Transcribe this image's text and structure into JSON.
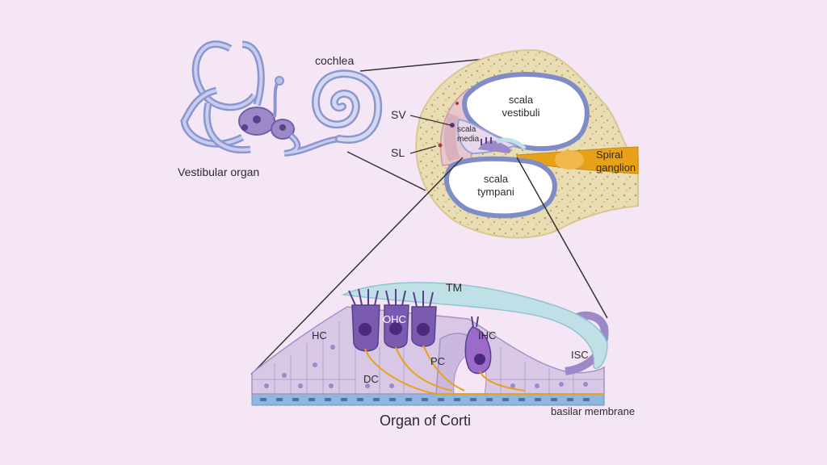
{
  "colors": {
    "background": "#f5e6f5",
    "bone": "#e9ddb3",
    "canal_blue": "#8a96d0",
    "hair_cell_purple": "#7a5bb0",
    "nerve_orange": "#e8a21a",
    "tectorial_teal": "#bfe0e6"
  },
  "icons": [
    "vestibular-organ-illustration",
    "cochlea-spiral-illustration",
    "cochlea-cross-section-illustration",
    "organ-of-corti-illustration"
  ],
  "labels": {
    "cochlea": "cochlea",
    "vestibular_organ": "Vestibular organ",
    "sv": "SV",
    "sl": "SL",
    "scala_vestibuli_1": "scala",
    "scala_vestibuli_2": "vestibuli",
    "scala_media_1": "scala",
    "scala_media_2": "media",
    "scala_tympani_1": "scala",
    "scala_tympani_2": "tympani",
    "spiral_ganglion_1": "Spiral",
    "spiral_ganglion_2": "ganglion",
    "tm": "TM",
    "ohc": "OHC",
    "hc": "HC",
    "ihc": "IHC",
    "pc": "PC",
    "dc": "DC",
    "isc": "ISC",
    "organ_of_corti": "Organ of Corti",
    "basilar_membrane": "basilar membrane"
  }
}
